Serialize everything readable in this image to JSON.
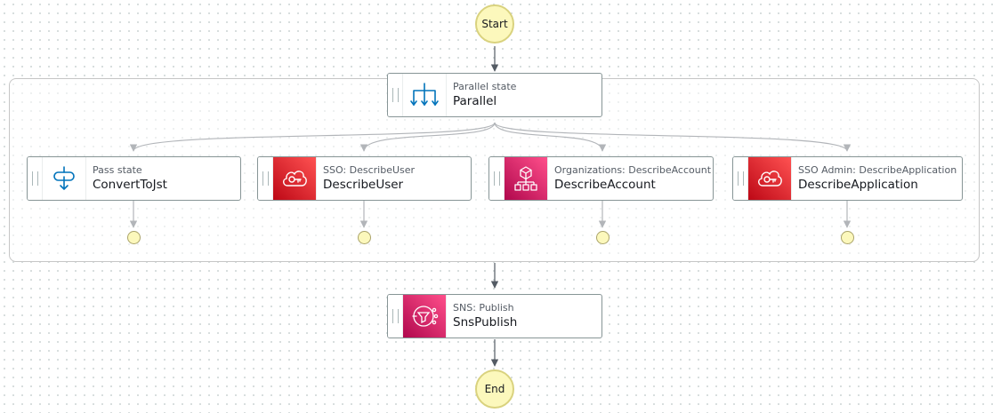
{
  "start": {
    "label": "Start"
  },
  "end": {
    "label": "End"
  },
  "parallel": {
    "type": "Parallel state",
    "name": "Parallel",
    "icon": "parallel-arrows-icon"
  },
  "branches": [
    {
      "type": "Pass state",
      "name": "ConvertToJst",
      "icon": "pass-state-icon",
      "color": "#ffffff"
    },
    {
      "type": "SSO: DescribeUser",
      "name": "DescribeUser",
      "icon": "sso-cloud-icon",
      "color": "#dd344c"
    },
    {
      "type": "Organizations: DescribeAccount",
      "name": "DescribeAccount",
      "icon": "organizations-icon",
      "color": "#e7157b"
    },
    {
      "type": "SSO Admin: DescribeApplication",
      "name": "DescribeApplication",
      "icon": "sso-cloud-icon",
      "color": "#dd344c"
    }
  ],
  "publish": {
    "type": "SNS: Publish",
    "name": "SnsPublish",
    "icon": "sns-icon",
    "color": "#e7157b"
  },
  "colors": {
    "edge": "#545b64",
    "terminal_fill": "#fcf8bc",
    "accent_blue": "#0073bb"
  }
}
